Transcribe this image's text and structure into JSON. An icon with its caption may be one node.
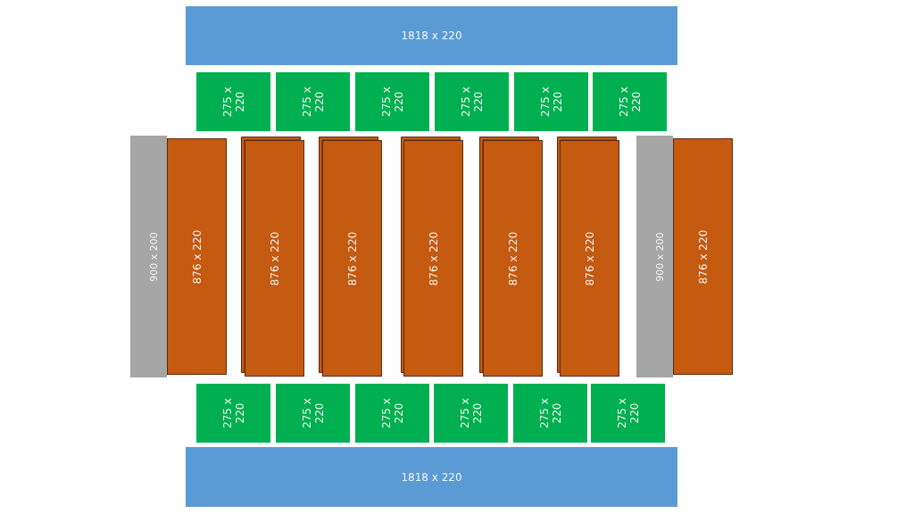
{
  "diagram": {
    "nodes": [
      {
        "text": [
          "1818 x 220"
        ]
      },
      {
        "text": [
          "275 x 220"
        ]
      },
      {
        "text": [
          "275 x 220"
        ]
      },
      {
        "text": [
          "275 x 220"
        ]
      },
      {
        "text": [
          "275 x 220"
        ]
      },
      {
        "text": [
          "275 x 220"
        ]
      },
      {
        "text": [
          "275 x 220"
        ]
      },
      {
        "text": [
          "900 x 200"
        ]
      },
      {
        "text": [
          "876 x 220"
        ]
      },
      {
        "text": [],
        "shape": "box"
      },
      {
        "text": [
          "876 x 220"
        ]
      },
      {
        "text": [],
        "shape": "box"
      },
      {
        "text": [
          "876 x 220"
        ]
      },
      {
        "text": [],
        "shape": "box"
      },
      {
        "text": [
          "876 x 220"
        ]
      },
      {
        "text": [],
        "shape": "box"
      },
      {
        "text": [
          "876 x 220"
        ]
      },
      {
        "text": [],
        "shape": "box"
      },
      {
        "text": [
          "876 x 220"
        ]
      },
      {
        "text": [
          "900 x 200"
        ]
      },
      {
        "text": [
          "876 x 220"
        ]
      },
      {
        "text": [
          "275 x 220"
        ]
      },
      {
        "text": [
          "275 x 220"
        ]
      },
      {
        "text": [
          "275 x 220"
        ]
      },
      {
        "text": [
          "275 x 220"
        ]
      },
      {
        "text": [
          "275 x 220"
        ]
      },
      {
        "text": [
          "275 x 220"
        ]
      },
      {
        "text": [
          "1818 x 220"
        ]
      }
    ]
  }
}
